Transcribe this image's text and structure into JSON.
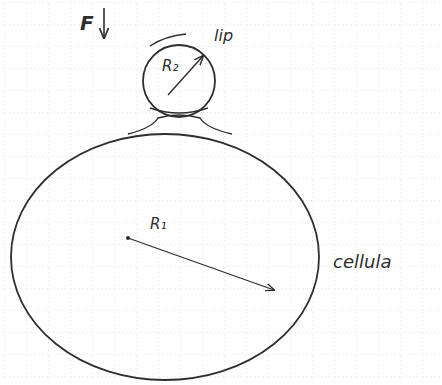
{
  "diagram": {
    "nodes": [
      {
        "text": [
          "R₂",
          "lip"
        ]
      },
      {
        "text": [
          "R₁",
          "cellula"
        ]
      }
    ],
    "labels": [
      "F"
    ]
  }
}
